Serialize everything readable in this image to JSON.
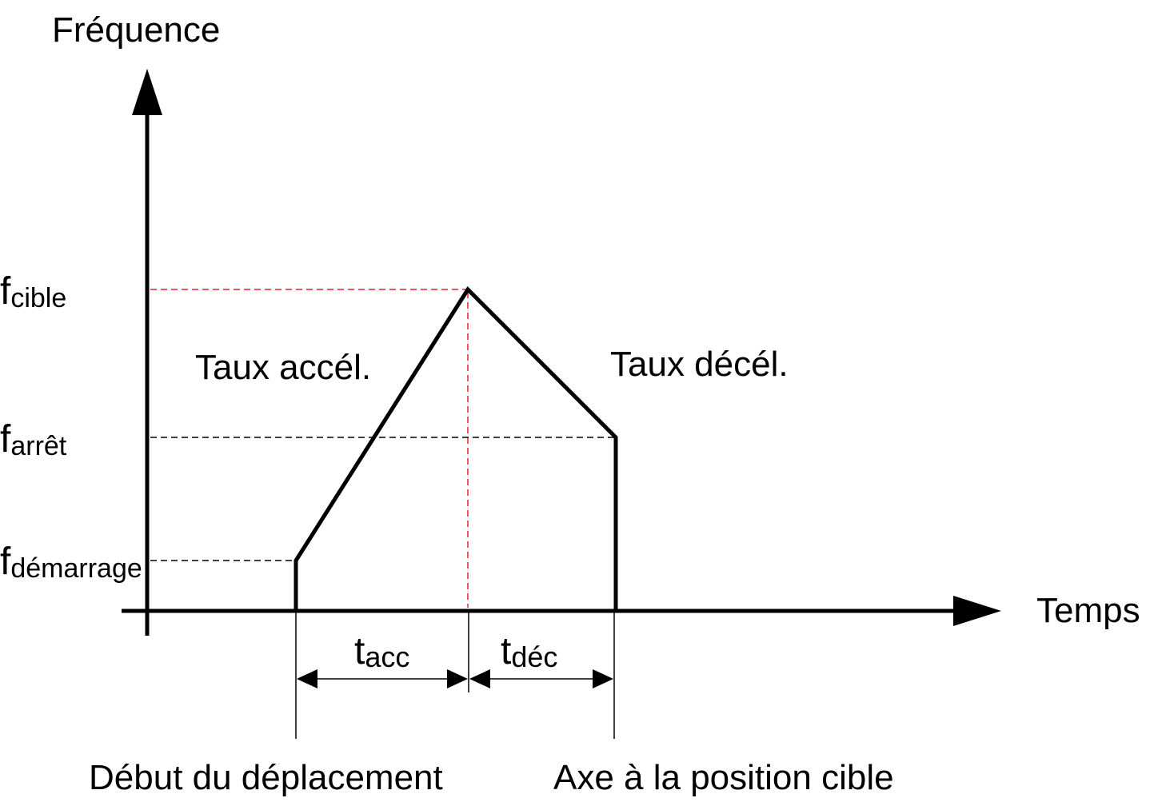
{
  "axes": {
    "y_title": "Fréquence",
    "x_title": "Temps"
  },
  "frequencies": {
    "f_symbol": "f",
    "cible_sub": "cible",
    "arret_sub": "arrêt",
    "demarrage_sub": "démarrage"
  },
  "rates": {
    "accel": "Taux accél.",
    "decel": "Taux décél."
  },
  "durations": {
    "t_symbol": "t",
    "acc_sub": "acc",
    "dec_sub": "déc"
  },
  "events": {
    "start": "Début du déplacement",
    "end": "Axe à la position cible"
  },
  "colors": {
    "line": "#000000",
    "target_guide": "#e8202a"
  }
}
